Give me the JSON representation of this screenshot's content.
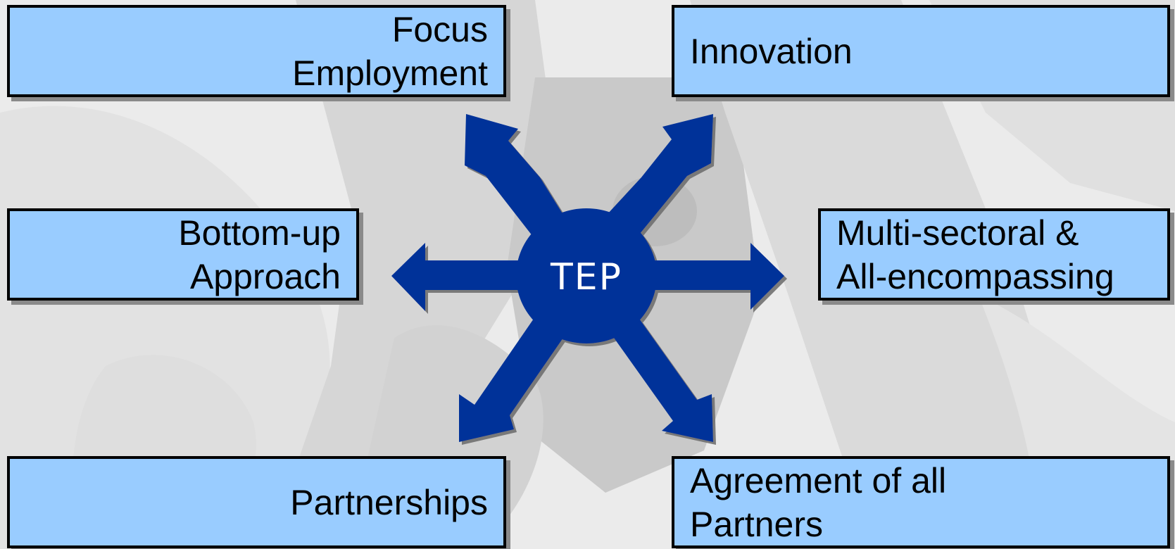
{
  "colors": {
    "box_fill": "#99ccff",
    "box_border": "#000000",
    "arrow_fill": "#003399",
    "hub_text": "#ffffff"
  },
  "hub": {
    "label": "TEP"
  },
  "boxes": {
    "focus_employment": "Focus\nEmployment",
    "innovation": "Innovation",
    "bottom_up": "Bottom-up \nApproach",
    "multi_sectoral": "Multi-sectoral &\nAll-encompassing",
    "partnerships": "Partnerships",
    "agreement": "Agreement of all\nPartners"
  },
  "arrows": [
    "up-left",
    "up-right",
    "left",
    "right",
    "down-left",
    "down-right"
  ]
}
